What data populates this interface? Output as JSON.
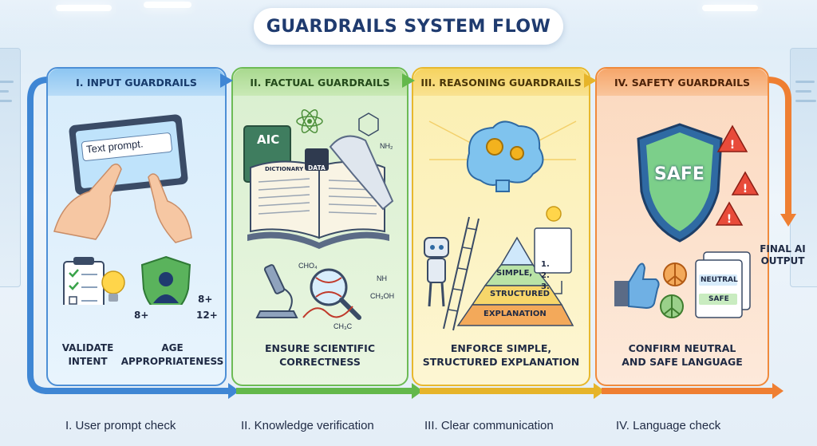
{
  "title": "GUARDRAILS SYSTEM FLOW",
  "stages": [
    {
      "header": "I. INPUT GUARDRAILS",
      "screen_text": "Text prompt.",
      "validate_label_1": "VALIDATE",
      "validate_label_2": "INTENT",
      "age_label_1": "AGE",
      "age_label_2": "APPROPRIATENESS",
      "age_badges": [
        "8+",
        "8+",
        "12+"
      ],
      "bottom_caption": "I. User prompt check",
      "color": "#4d8fd6"
    },
    {
      "header": "II. FACTUAL GUARDRAILS",
      "book_cover": "AIC",
      "book_title": "DICTIONARY",
      "chip_label": "DATA",
      "chem_labels": [
        "NH₂",
        "CHO₄",
        "NH",
        "CH₃OH",
        "CH₃C"
      ],
      "caption_1": "ENSURE SCIENTIFIC",
      "caption_2": "CORRECTNESS",
      "bottom_caption": "II. Knowledge verification",
      "color": "#6dbb55"
    },
    {
      "header": "III. REASONING GUARDRAILS",
      "list_items": [
        "1.",
        "2.",
        "3."
      ],
      "pyramid_levels": [
        "SIMPLE,",
        "STRUCTURED",
        "EXPLANATION"
      ],
      "caption_1": "ENFORCE SIMPLE,",
      "caption_2": "STRUCTURED EXPLANATION",
      "bottom_caption": "III. Clear communication",
      "color": "#e7b82e"
    },
    {
      "header": "IV. SAFETY GUARDRAILS",
      "shield_text": "SAFE",
      "doc_tags": [
        "NEUTRAL",
        "SAFE"
      ],
      "caption_1": "CONFIRM NEUTRAL",
      "caption_2": "AND SAFE LANGUAGE",
      "bottom_caption": "IV. Language check",
      "color": "#f08a3c"
    }
  ],
  "final_output_1": "FINAL AI",
  "final_output_2": "OUTPUT"
}
